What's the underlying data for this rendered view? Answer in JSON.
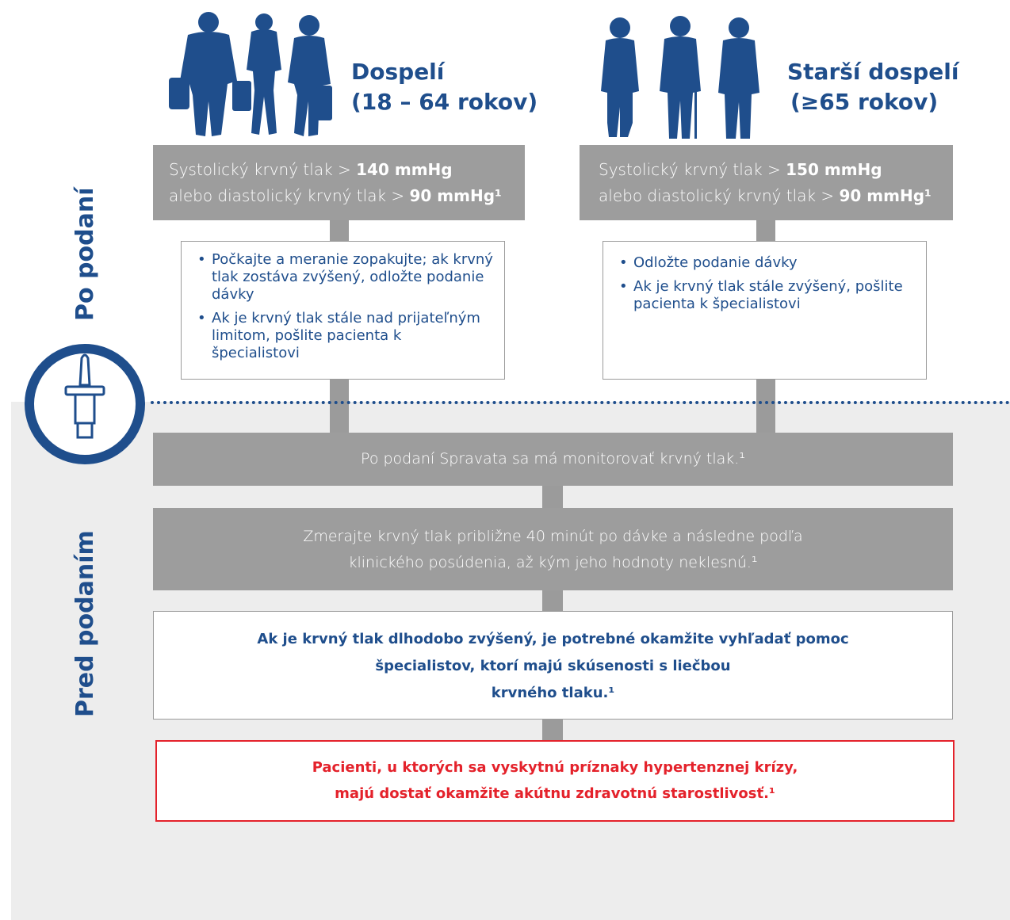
{
  "side_labels": {
    "top": "Po podaní",
    "bottom": "Pred podaním"
  },
  "groups": [
    {
      "title_line1": "Dospelí",
      "title_line2": "(18 – 64 rokov)",
      "threshold": {
        "line1_prefix": "Systolický krvný tlak > ",
        "line1_value": "140 mmHg",
        "line2_prefix": "alebo diastolický krvný tlak > ",
        "line2_value": "90 mmHg¹"
      },
      "actions": [
        "Počkajte a meranie zopakujte; ak krvný tlak zostáva zvýšený, odložte podanie dávky",
        "Ak je krvný tlak stále nad prijateľným limitom, pošlite pacienta k špecialistovi"
      ]
    },
    {
      "title_line1": "Starší dospelí",
      "title_line2": "(≥65 rokov)",
      "threshold": {
        "line1_prefix": "Systolický krvný tlak > ",
        "line1_value": "150 mmHg",
        "line2_prefix": "alebo diastolický krvný tlak > ",
        "line2_value": "90 mmHg¹"
      },
      "actions": [
        "Odložte podanie dávky",
        "Ak je krvný tlak stále zvýšený, pošlite pacienta k špecialistovi"
      ]
    }
  ],
  "steps": {
    "monitor": "Po podaní Spravata sa má monitorovať krvný tlak.¹",
    "measure": "Zmerajte krvný tlak približne 40 minút po dávke a následne podľa klinického posúdenia, až kým jeho hodnoty neklesnú.¹",
    "specialist_line1": "Ak je krvný tlak dlhodobo zvýšený, je potrebné okamžite vyhľadať pomoc",
    "specialist_line2": "špecialistov, ktorí majú skúsenosti s liečbou",
    "specialist_line3": "krvného tlaku.¹",
    "crisis_line1": "Pacienti, u ktorých sa vyskytnú príznaky hypertenznej krízy,",
    "crisis_line2": "majú dostať okamžite akútnu zdravotnú starostlivosť.¹"
  },
  "colors": {
    "navy": "#1f4e8c",
    "gray": "#9d9d9d",
    "red": "#e4222b",
    "panel": "#ededed"
  },
  "icons": [
    "people-adults-icon",
    "people-elderly-icon",
    "nasal-device-icon"
  ]
}
